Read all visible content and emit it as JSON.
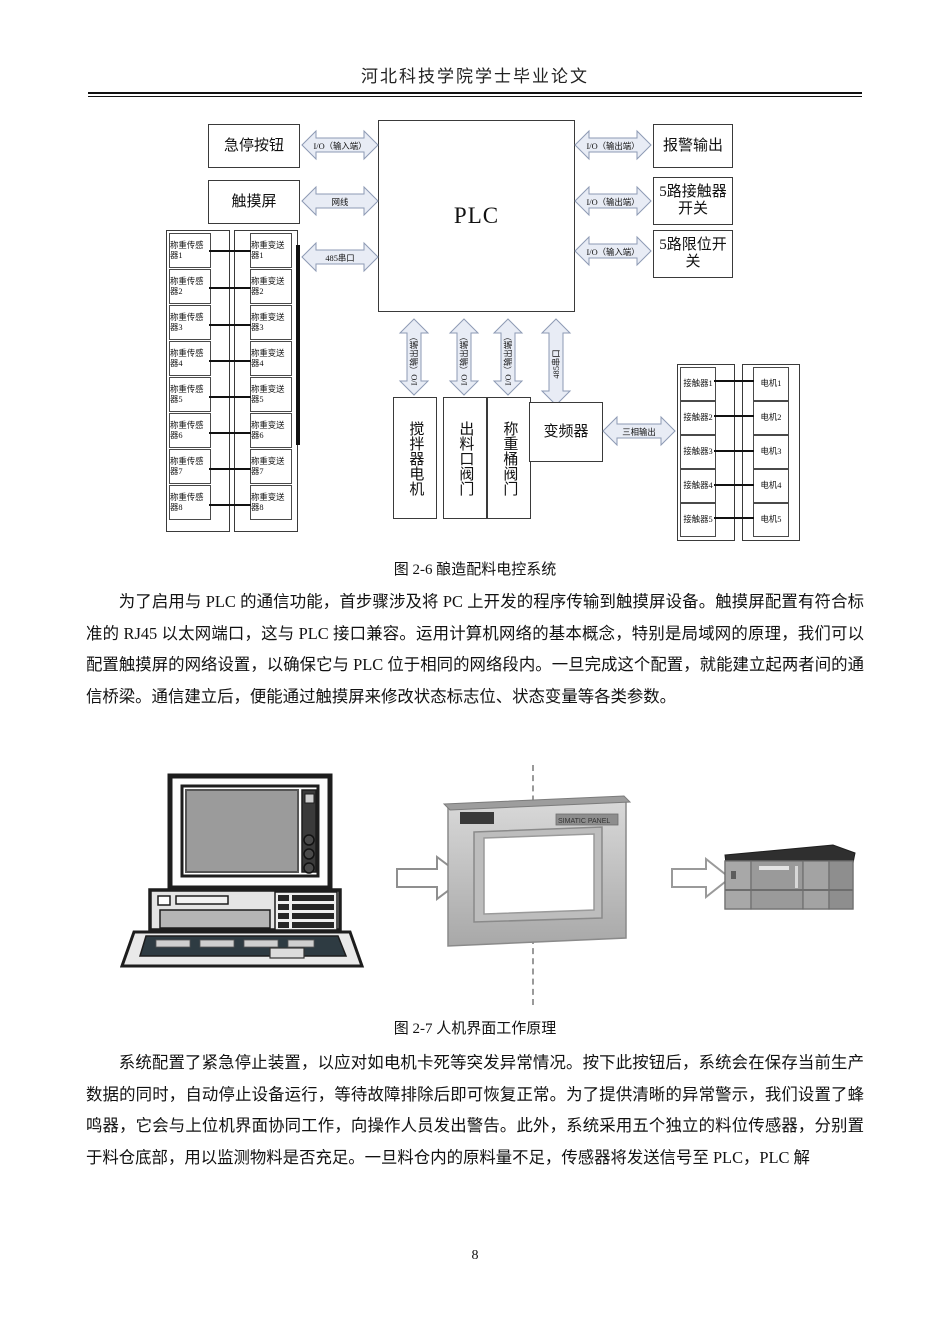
{
  "header": {
    "title": "河北科技学院学士毕业论文"
  },
  "figure1": {
    "caption": "图 2-6 酿造配料电控系统",
    "plc_label": "PLC",
    "left_boxes": [
      {
        "label": "急停按钮",
        "link": "I/O（输入端）"
      },
      {
        "label": "触摸屏",
        "link": "网线"
      }
    ],
    "serial_link": "485串口",
    "right_boxes": [
      {
        "label": "报警输出",
        "link": "I/O（输出端）"
      },
      {
        "label": "5路接触器开关",
        "link": "I/O（输出端）"
      },
      {
        "label": "5路限位开关",
        "link": "I/O（输入端）"
      }
    ],
    "sensors": [
      "称重传感器1",
      "称重传感器2",
      "称重传感器3",
      "称重传感器4",
      "称重传感器5",
      "称重传感器6",
      "称重传感器7",
      "称重传感器8"
    ],
    "transmitters": [
      "称重变送器1",
      "称重变送器2",
      "称重变送器3",
      "称重变送器4",
      "称重变送器5",
      "称重变送器6",
      "称重变送器7",
      "称重变送器8"
    ],
    "bottom_boxes": [
      {
        "label": "搅拌器电机",
        "link": "I/O（输出端）"
      },
      {
        "label": "出料口阀门",
        "link": "I/O（输出端）"
      },
      {
        "label": "称重桶阀门",
        "link": "I/O（输出端）"
      },
      {
        "label": "变频器",
        "link": "485串口"
      }
    ],
    "three_phase": "三相输出",
    "contactors": [
      "接触器1",
      "接触器2",
      "接触器3",
      "接触器4",
      "接触器5"
    ],
    "motors": [
      "电机1",
      "电机2",
      "电机3",
      "电机4",
      "电机5"
    ]
  },
  "body1": "为了启用与 PLC 的通信功能，首步骤涉及将 PC 上开发的程序传输到触摸屏设备。触摸屏配置有符合标准的 RJ45 以太网端口，这与 PLC 接口兼容。运用计算机网络的基本概念，特别是局域网的原理，我们可以配置触摸屏的网络设置，以确保它与 PLC 位于相同的网络段内。一旦完成这个配置，就能建立起两者间的通信桥梁。通信建立后，便能通过触摸屏来修改状态标志位、状态变量等各类参数。",
  "figure2": {
    "caption": "图 2-7 人机界面工作原理",
    "panel_brand": "SIMATIC PANEL",
    "items": [
      "computer-illustration",
      "touch-panel-illustration",
      "plc-rack-illustration"
    ]
  },
  "body2": "系统配置了紧急停止装置，以应对如电机卡死等突发异常情况。按下此按钮后，系统会在保存当前生产数据的同时，自动停止设备运行，等待故障排除后即可恢复正常。为了提供清晰的异常警示，我们设置了蜂鸣器，它会与上位机界面协同工作，向操作人员发出警告。此外，系统采用五个独立的料位传感器，分别置于料仓底部，用以监测物料是否充足。一旦料仓内的原料量不足，传感器将发送信号至 PLC，PLC 解",
  "page_number": "8",
  "colors": {
    "line": "#3a3a3a",
    "arrow_fill": "#e8ecf5",
    "arrow_stroke": "#8d9ab4"
  }
}
